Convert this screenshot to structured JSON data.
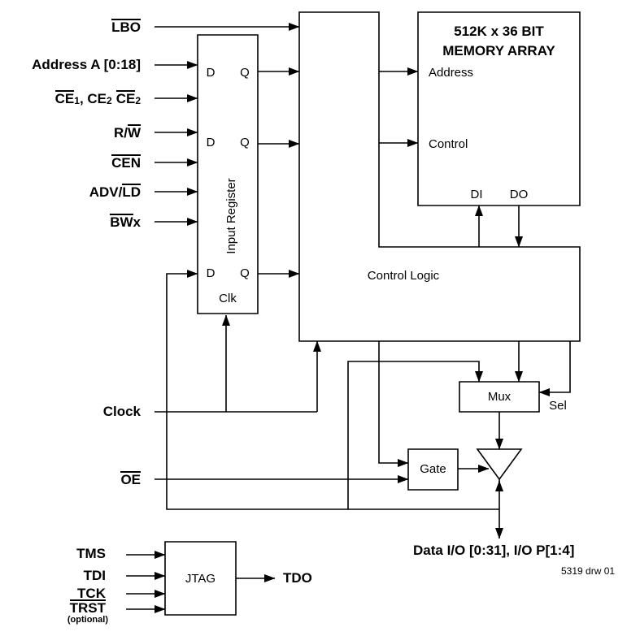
{
  "signals": {
    "lbo": {
      "bar": "LBO"
    },
    "address": {
      "text": "Address A [0:18]"
    },
    "ce": {
      "b1": "CE",
      "s1": "1",
      "p1": ", CE",
      "s2": "2",
      "b2": "CE",
      "s3": "2"
    },
    "rw": {
      "p1": "R/",
      "b1": "W"
    },
    "cen": {
      "bar": "CEN"
    },
    "advld": {
      "p1": "ADV/",
      "b1": "LD"
    },
    "bwx": {
      "b1": "BW",
      "p1": "x"
    },
    "clock": {
      "text": "Clock"
    },
    "oe": {
      "bar": "OE"
    }
  },
  "register": {
    "label": "Input Register",
    "d": "D",
    "q": "Q",
    "clk": "Clk"
  },
  "memory": {
    "title_line1": "512K x 36 BIT",
    "title_line2": "MEMORY ARRAY",
    "address_port": "Address",
    "control_port": "Control",
    "di": "DI",
    "do": "DO"
  },
  "control_logic": {
    "label": "Control Logic"
  },
  "mux": {
    "label": "Mux",
    "sel": "Sel"
  },
  "gate": {
    "label": "Gate"
  },
  "output_buffer": {
    "data_io": "Data I/O [0:31], I/O P[1:4]"
  },
  "jtag": {
    "label": "JTAG",
    "tms": "TMS",
    "tdi": "TDI",
    "tck": "TCK",
    "trst": "TRST",
    "optional": "(optional)",
    "tdo": "TDO"
  },
  "footer": {
    "drawing_number": "5319 drw 01"
  },
  "colors": {
    "line": "#000000",
    "background": "#ffffff",
    "text": "#000000"
  }
}
